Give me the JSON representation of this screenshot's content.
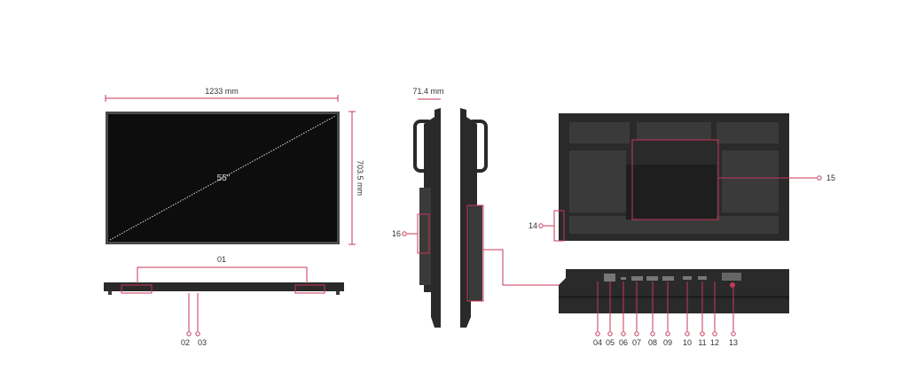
{
  "colors": {
    "accent": "#c8375a",
    "device": "#2a2a2a"
  },
  "front": {
    "width_label": "1233 mm",
    "height_label": "703.5 mm",
    "size_label": "55\""
  },
  "side": {
    "depth_label": "71.4 mm"
  },
  "callouts": {
    "c01": "01",
    "c02": "02",
    "c03": "03",
    "c04": "04",
    "c05": "05",
    "c06": "06",
    "c07": "07",
    "c08": "08",
    "c09": "09",
    "c10": "10",
    "c11": "11",
    "c12": "12",
    "c13": "13",
    "c14": "14",
    "c15": "15",
    "c16": "16"
  }
}
